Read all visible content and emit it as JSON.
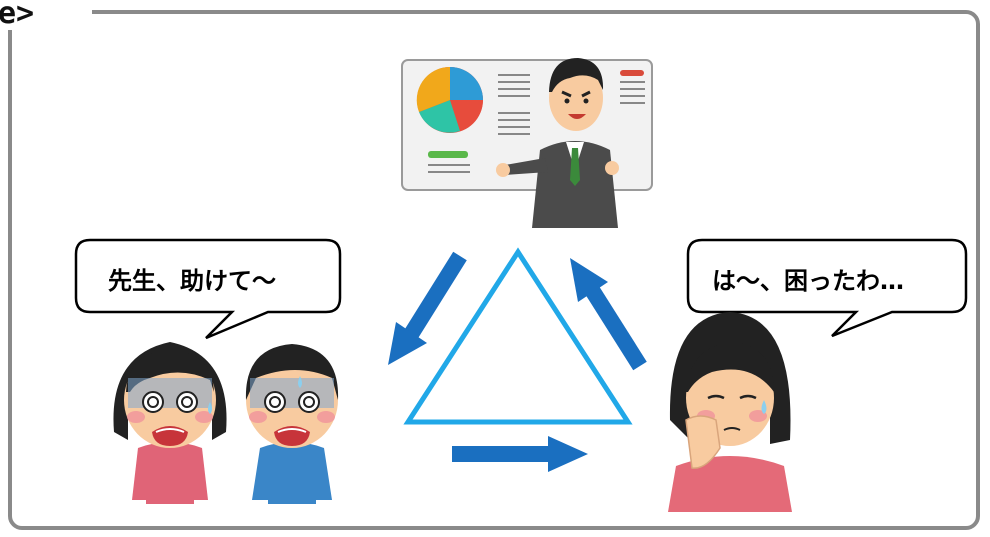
{
  "heading": {
    "title_fragment": "e>"
  },
  "speech": {
    "students": "先生、助けて～",
    "parent": "は～、困ったわ…"
  },
  "colors": {
    "frame": "#8a8a8a",
    "triangle": "#21a8e8",
    "arrow": "#1a6fc0",
    "board": "#f2f2f2"
  },
  "icons": [
    "teacher-presenting-icon",
    "crying-girl-icon",
    "crying-boy-icon",
    "worried-mother-icon",
    "pie-chart-icon"
  ]
}
